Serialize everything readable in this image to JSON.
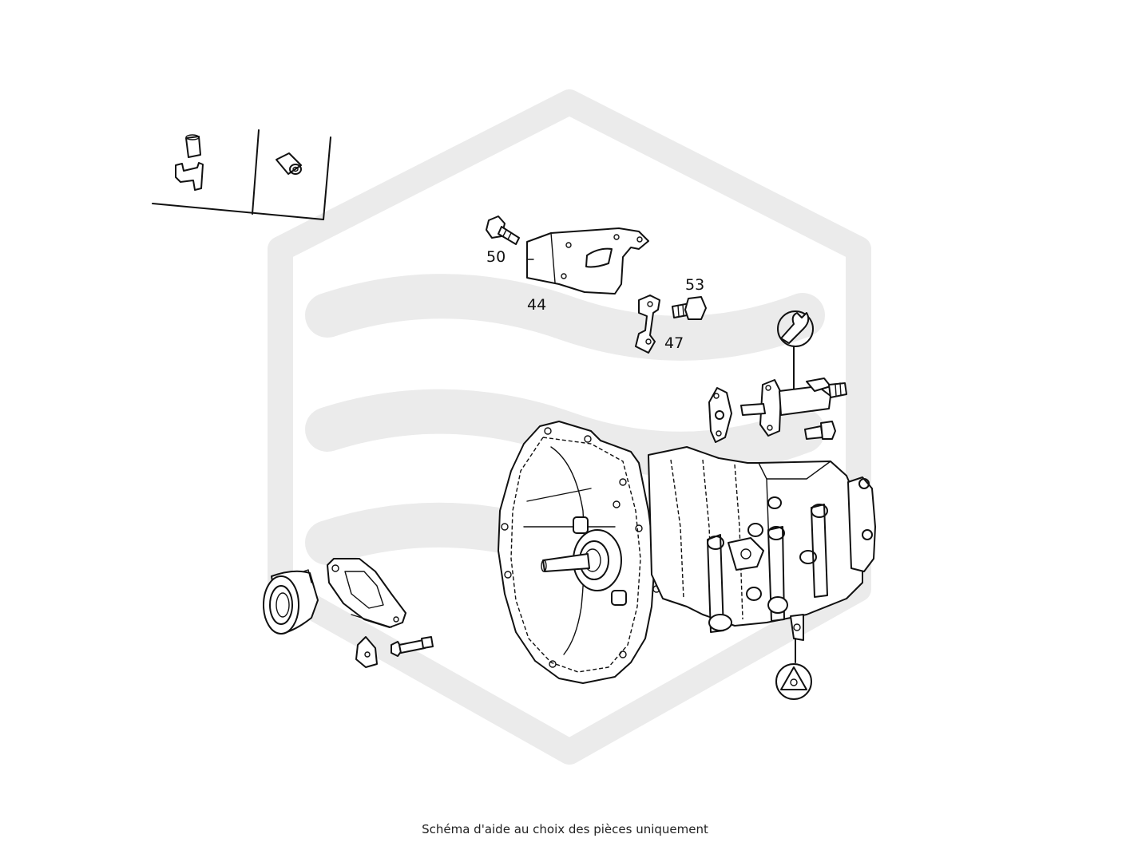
{
  "caption": "Schéma d'aide au choix des pièces uniquement",
  "callouts": [
    {
      "id": "50",
      "text": "50"
    },
    {
      "id": "44",
      "text": "44"
    },
    {
      "id": "53",
      "text": "53"
    },
    {
      "id": "47",
      "text": "47"
    }
  ],
  "icons": {
    "service": "wrench-icon",
    "tool": "triangle-tool-icon"
  },
  "colors": {
    "line": "#111111",
    "watermark": "#e9e9e9",
    "background": "#ffffff"
  }
}
